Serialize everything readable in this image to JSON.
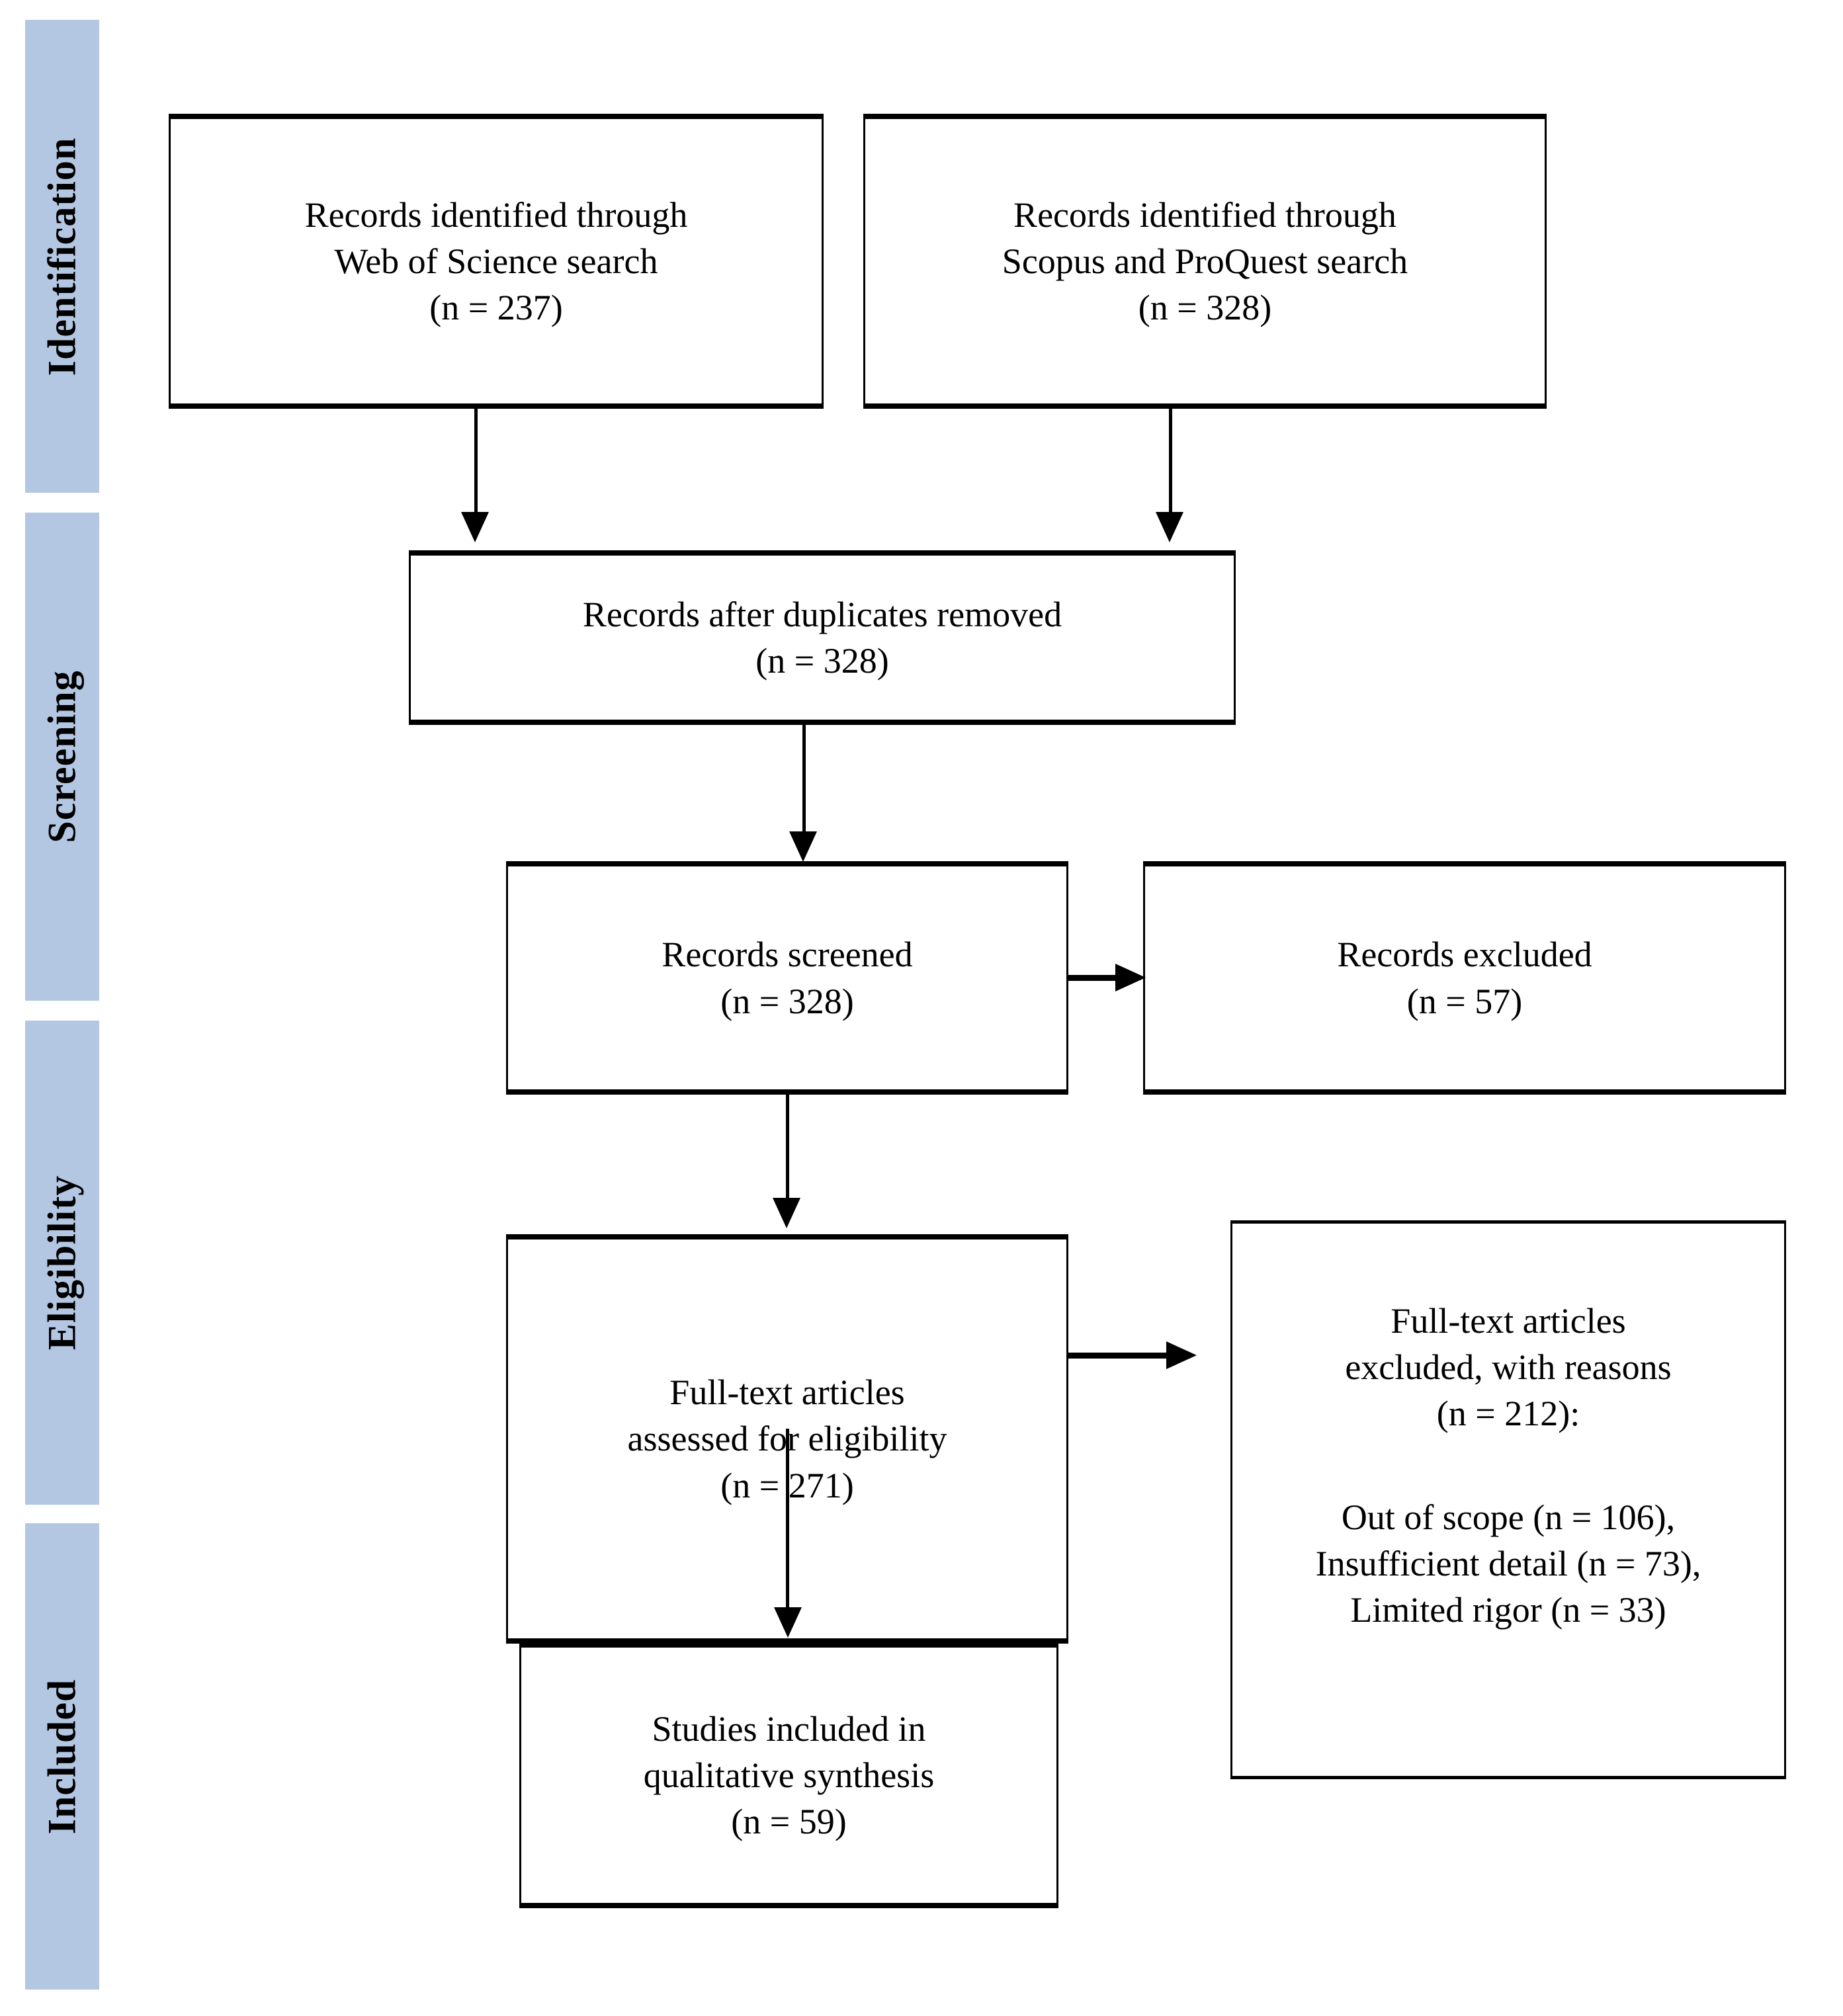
{
  "diagram": {
    "type": "prisma-flow-diagram",
    "accent_color": "#b4c7e2",
    "line_color": "#000000",
    "background_color": "#ffffff"
  },
  "stages": [
    {
      "id": "identification",
      "label": "Identification"
    },
    {
      "id": "screening",
      "label": "Screening"
    },
    {
      "id": "eligibility",
      "label": "Eligibility"
    },
    {
      "id": "included",
      "label": "Included"
    }
  ],
  "boxes": {
    "web_of_science": {
      "text": "Records identified through\nWeb of Science search\n(n = 237)",
      "count": 237
    },
    "scopus_proquest": {
      "text": "Records identified through\nScopus and ProQuest search\n(n = 328)",
      "count": 328
    },
    "duplicates_removed": {
      "text": "Records after duplicates removed\n(n = 328)",
      "count": 328
    },
    "records_screened": {
      "text": "Records screened\n(n = 328)",
      "count": 328
    },
    "records_excluded": {
      "text": "Records excluded\n(n = 57)",
      "count": 57
    },
    "fulltext_assessed": {
      "text": "Full-text articles\nassessed for eligibility\n(n = 271)",
      "count": 271
    },
    "fulltext_excluded": {
      "heading": "Full-text articles\nexcluded, with reasons\n(n = 212):",
      "count": 212,
      "reasons": "Out of scope (n = 106),\nInsufficient detail (n = 73),\nLimited rigor (n = 33)",
      "reason_items": [
        {
          "label": "Out of scope",
          "count": 106
        },
        {
          "label": "Insufficient detail",
          "count": 73
        },
        {
          "label": "Limited rigor",
          "count": 33
        }
      ]
    },
    "studies_included": {
      "text": "Studies included in\nqualitative synthesis\n(n = 59)",
      "count": 59
    }
  }
}
